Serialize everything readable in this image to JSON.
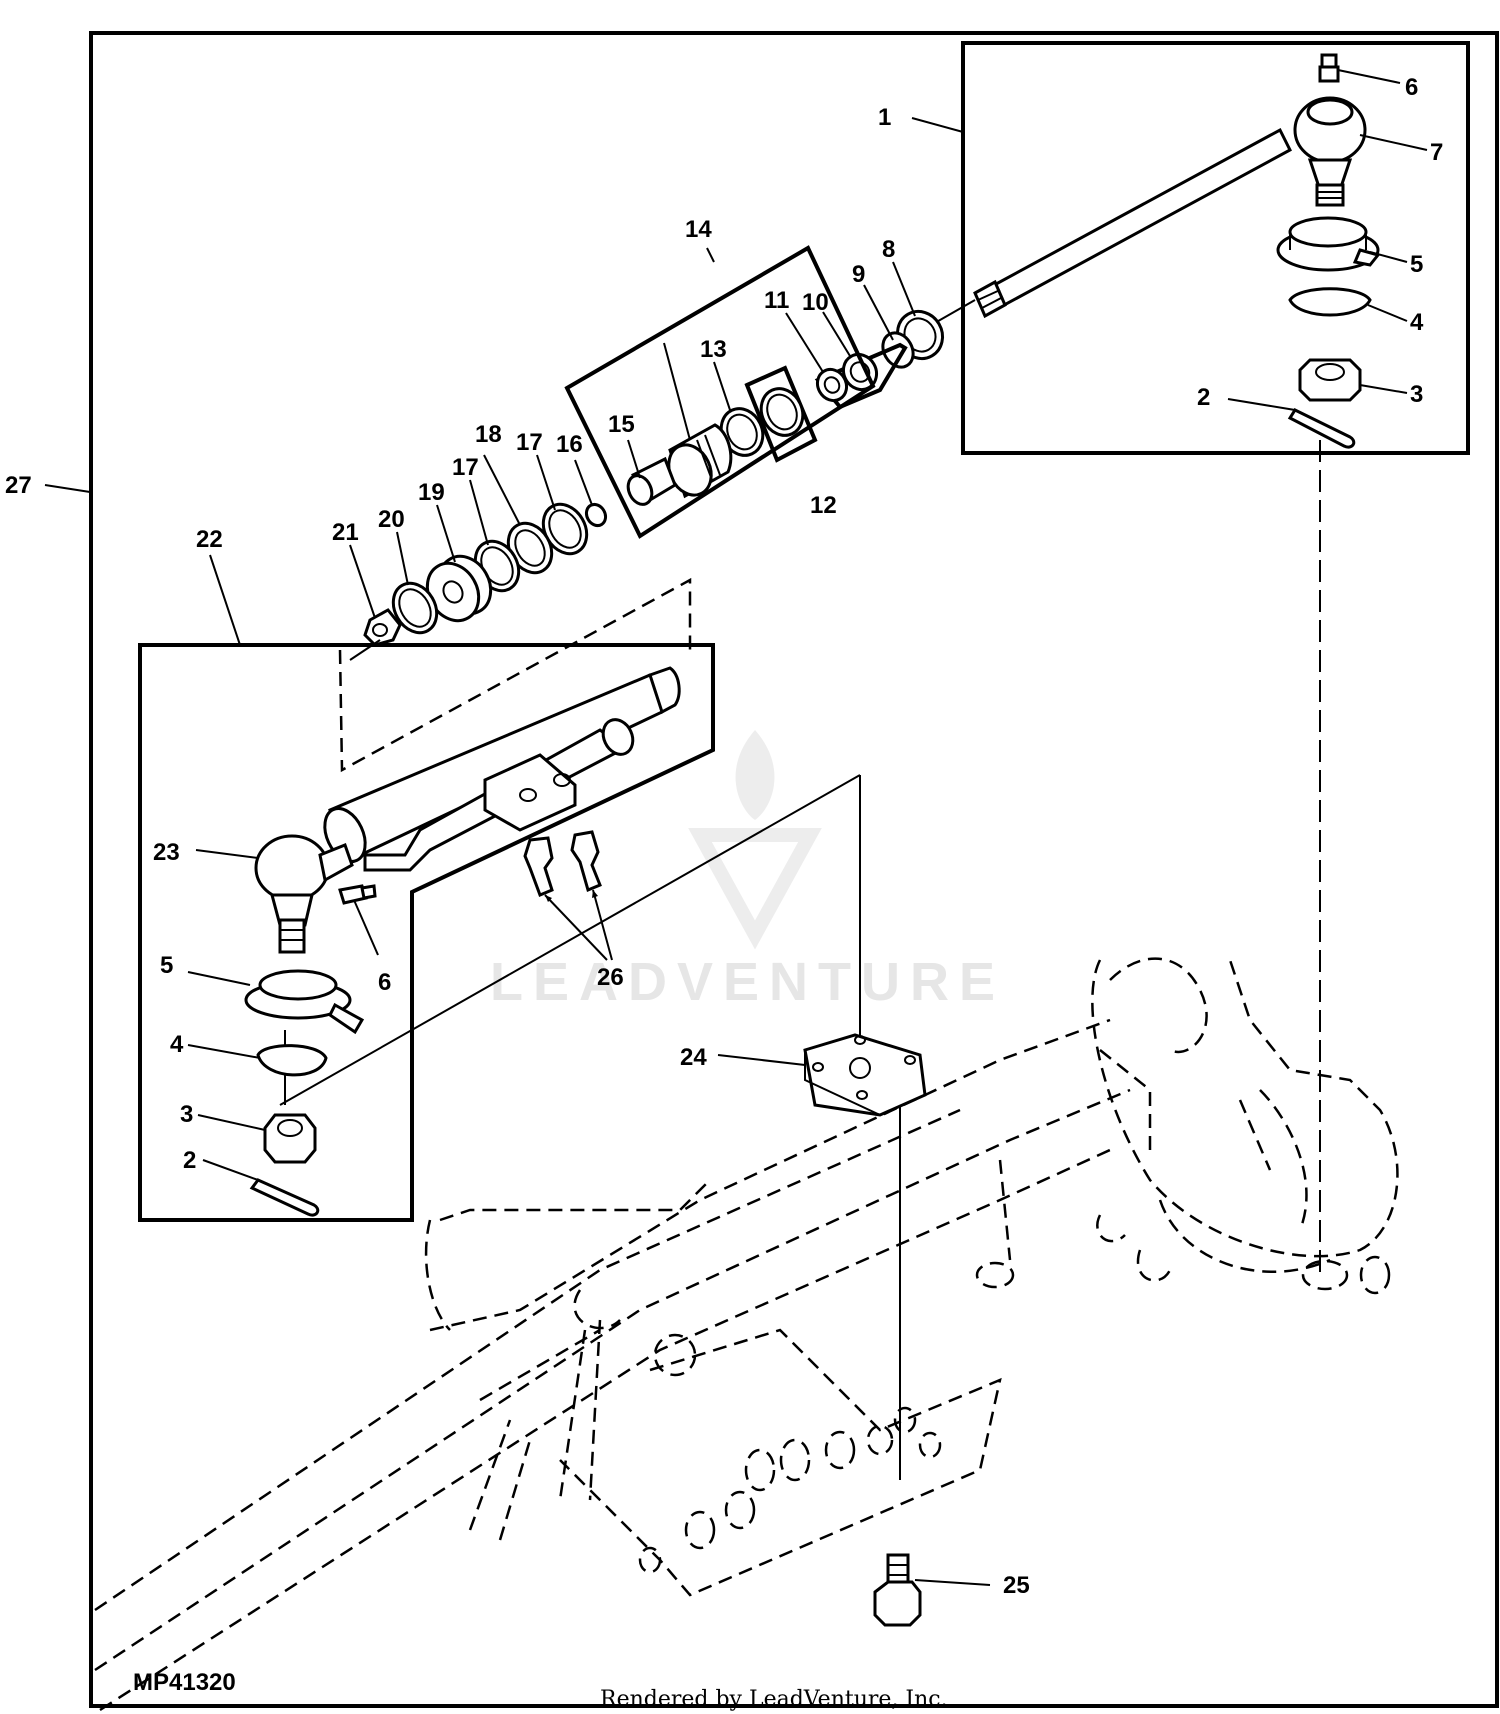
{
  "diagram_code": "MP41320",
  "footer": "Rendered by LeadVenture, Inc.",
  "watermark": "LEADVENTURE",
  "callouts": [
    {
      "id": "c1",
      "text": "1"
    },
    {
      "id": "c2a",
      "text": "2"
    },
    {
      "id": "c3a",
      "text": "3"
    },
    {
      "id": "c4a",
      "text": "4"
    },
    {
      "id": "c5a",
      "text": "5"
    },
    {
      "id": "c6a",
      "text": "6"
    },
    {
      "id": "c7",
      "text": "7"
    },
    {
      "id": "c8",
      "text": "8"
    },
    {
      "id": "c9",
      "text": "9"
    },
    {
      "id": "c10",
      "text": "10"
    },
    {
      "id": "c11",
      "text": "11"
    },
    {
      "id": "c12",
      "text": "12"
    },
    {
      "id": "c13",
      "text": "13"
    },
    {
      "id": "c14",
      "text": "14"
    },
    {
      "id": "c15",
      "text": "15"
    },
    {
      "id": "c16",
      "text": "16"
    },
    {
      "id": "c17a",
      "text": "17"
    },
    {
      "id": "c17b",
      "text": "17"
    },
    {
      "id": "c18",
      "text": "18"
    },
    {
      "id": "c19",
      "text": "19"
    },
    {
      "id": "c20",
      "text": "20"
    },
    {
      "id": "c21",
      "text": "21"
    },
    {
      "id": "c22",
      "text": "22"
    },
    {
      "id": "c23",
      "text": "23"
    },
    {
      "id": "c24",
      "text": "24"
    },
    {
      "id": "c25",
      "text": "25"
    },
    {
      "id": "c26",
      "text": "26"
    },
    {
      "id": "c27",
      "text": "27"
    },
    {
      "id": "c2b",
      "text": "2"
    },
    {
      "id": "c3b",
      "text": "3"
    },
    {
      "id": "c4b",
      "text": "4"
    },
    {
      "id": "c5b",
      "text": "5"
    },
    {
      "id": "c6b",
      "text": "6"
    }
  ]
}
